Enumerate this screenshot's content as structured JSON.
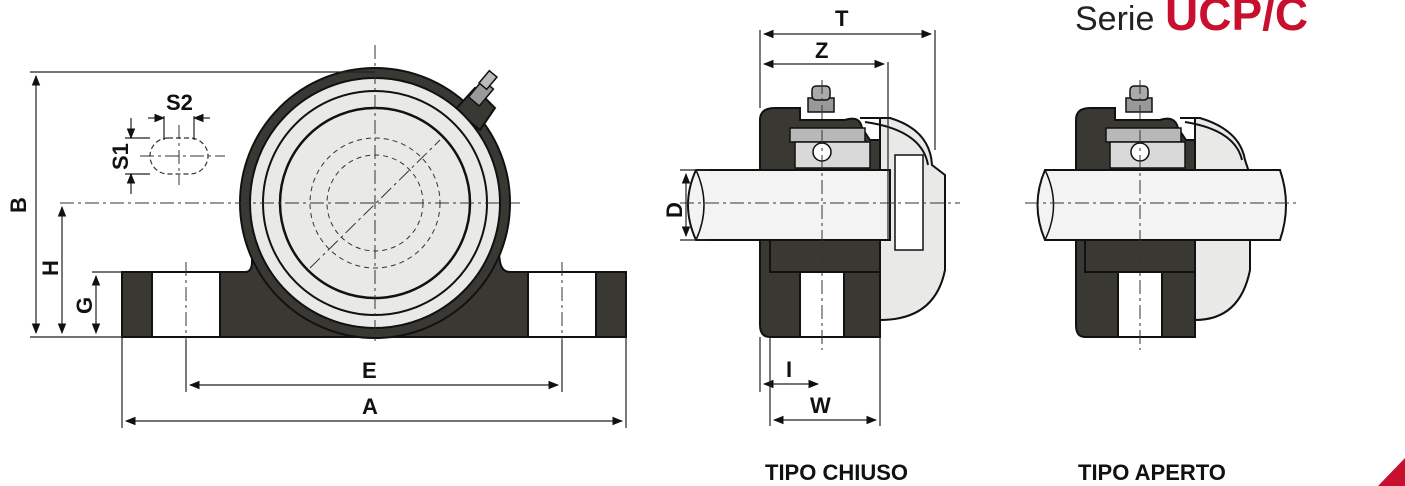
{
  "title": {
    "prefix": "Serie",
    "name": "UCP/C"
  },
  "captions": {
    "closed": "TIPO CHIUSO",
    "open": "TIPO APERTO"
  },
  "dimensions": {
    "A": "A",
    "B": "B",
    "D": "D",
    "E": "E",
    "G": "G",
    "H": "H",
    "I": "I",
    "S1": "S1",
    "S2": "S2",
    "T": "T",
    "W": "W",
    "Z": "Z"
  },
  "colors": {
    "housing": "#3a3833",
    "accent": "#c8102e",
    "ring": "#e9e9e7"
  }
}
